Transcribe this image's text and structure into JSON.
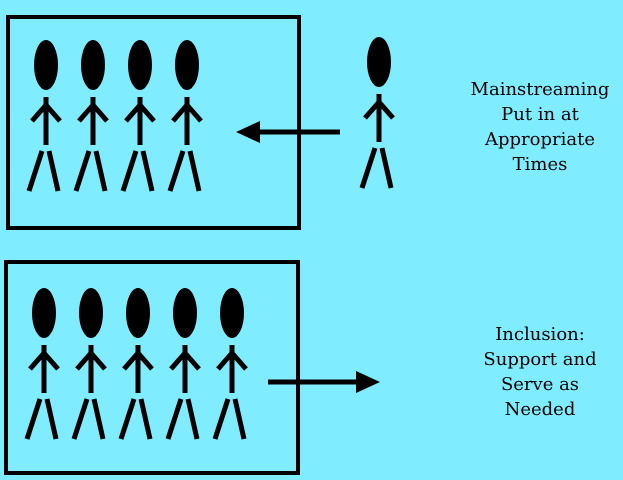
{
  "colors": {
    "background": "#80ecff",
    "ink": "#000000"
  },
  "mainstreaming": {
    "people_in_box": 4,
    "person_outside": 1,
    "arrow_direction": "into-box",
    "caption_lines": [
      "Mainstreaming",
      "Put in at",
      "Appropriate",
      "Times"
    ]
  },
  "inclusion": {
    "people_in_box": 5,
    "arrow_direction": "out-of-box",
    "caption_lines": [
      "Inclusion:",
      "Support and",
      "Serve as",
      "Needed"
    ]
  },
  "icons": {
    "person": "stick-figure-icon",
    "arrow": "arrow-icon"
  }
}
